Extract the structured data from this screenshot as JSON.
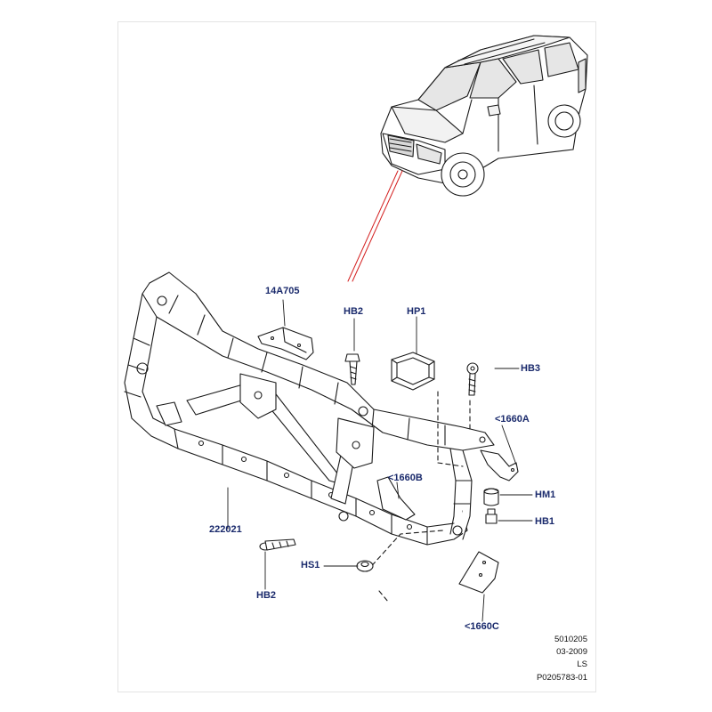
{
  "callouts": {
    "part_14a705": "14A705",
    "part_hb2_top": "HB2",
    "part_hp1": "HP1",
    "part_hb3": "HB3",
    "part_1660a": "<1660A",
    "part_1660b": "<1660B",
    "part_hm1": "HM1",
    "part_hb1": "HB1",
    "part_222021": "222021",
    "part_hs1": "HS1",
    "part_hb2_bottom": "HB2",
    "part_1660c": "<1660C"
  },
  "footer": {
    "line1": "5010205",
    "line2": "03-2009",
    "line3": "LS",
    "line4": "P0205783-01"
  },
  "colors": {
    "callout_text": "#1a2a6c",
    "locator_lines": "#d42020",
    "line_art": "#1a1a1a"
  }
}
